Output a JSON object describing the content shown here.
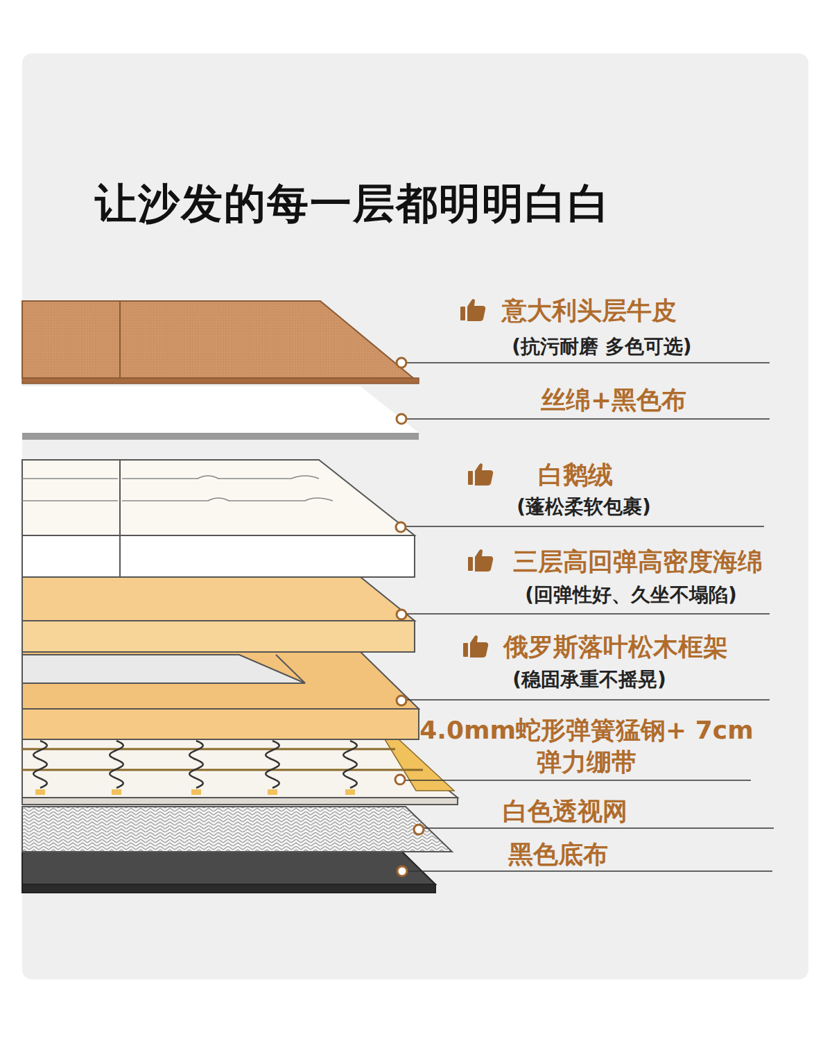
{
  "diagram": {
    "title": "让沙发的每一层都明明白白",
    "labels": [
      "意大利头层牛皮",
      "(抗污耐磨 多色可选)",
      "丝绵+黑色布",
      "白鹅绒",
      "(蓬松柔软包裹)",
      "三层高回弹高密度海绵",
      "(回弹性好、久坐不塌陷)",
      "俄罗斯落叶松木框架",
      "(稳固承重不摇晃)",
      "4.0mm蛇形弹簧猛钢+ 7cm弹力绷带",
      "白色透视网",
      "黑色底布"
    ]
  }
}
